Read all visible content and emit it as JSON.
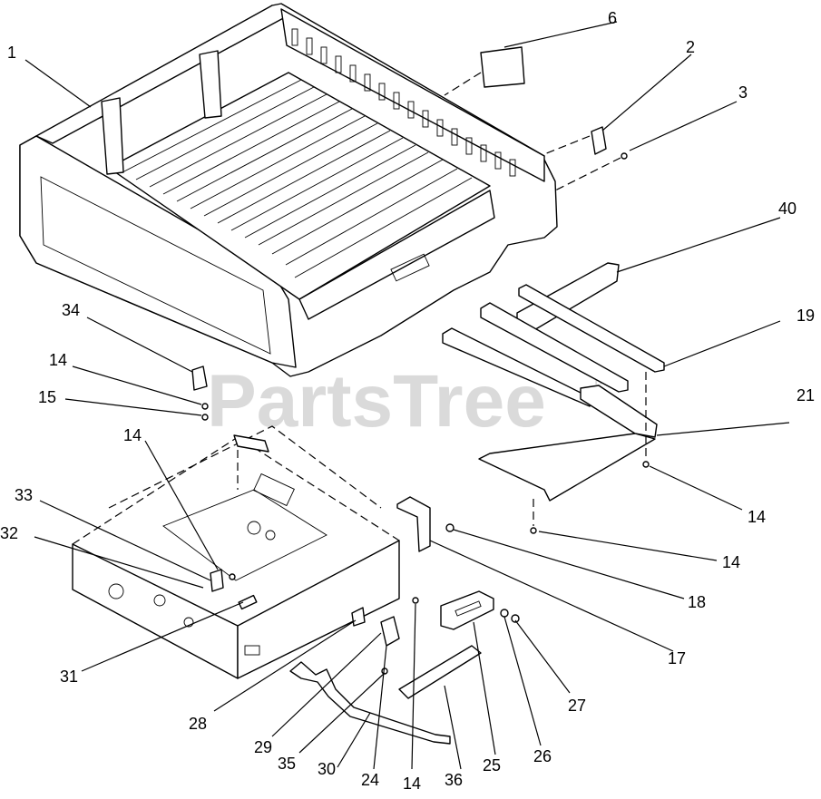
{
  "watermark": {
    "text": "PartsTree",
    "trademark": "™"
  },
  "callouts": {
    "c1": "1",
    "c2": "2",
    "c3": "3",
    "c6": "6",
    "c40": "40",
    "c34": "34",
    "c19": "19",
    "c14a": "14",
    "c15": "15",
    "c21": "21",
    "c14b": "14",
    "c33": "33",
    "c14c": "14",
    "c32": "32",
    "c14d": "14",
    "c18": "18",
    "c31": "31",
    "c17": "17",
    "c27": "27",
    "c28": "28",
    "c26": "26",
    "c29": "29",
    "c35": "35",
    "c25": "25",
    "c30": "30",
    "c24": "24",
    "c14e": "14",
    "c36": "36"
  }
}
